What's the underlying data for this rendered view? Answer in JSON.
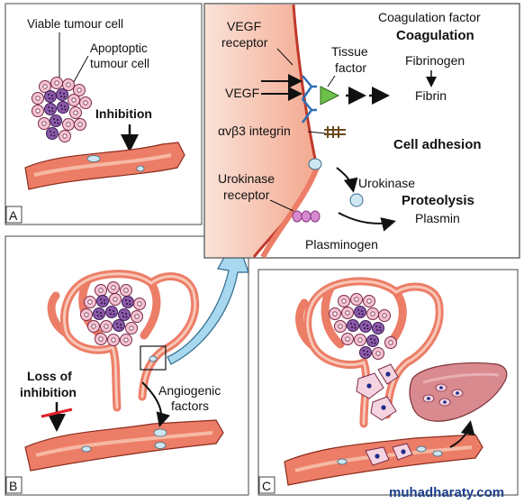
{
  "panel_a": {
    "letter": "A",
    "label_viable": "Viable tumour cell",
    "label_apoptotic_1": "Apoptoptic",
    "label_apoptotic_2": "tumour cell",
    "label_inhibition": "Inhibition"
  },
  "panel_b": {
    "letter": "B",
    "label_loss_1": "Loss of",
    "label_loss_2": "inhibition",
    "label_angio_1": "Angiogenic",
    "label_angio_2": "factors"
  },
  "panel_c": {
    "letter": "C"
  },
  "inset": {
    "vegf_receptor_1": "VEGF",
    "vegf_receptor_2": "receptor",
    "vegf": "VEGF",
    "tissue_factor_1": "Tissue",
    "tissue_factor_2": "factor",
    "coag_factor": "Coagulation factor",
    "coagulation": "Coagulation",
    "fibrinogen": "Fibrinogen",
    "fibrin": "Fibrin",
    "integrin": "αvβ3 integrin",
    "cell_adhesion": "Cell adhesion",
    "uk_receptor_1": "Urokinase",
    "uk_receptor_2": "receptor",
    "urokinase": "Urokinase",
    "proteolysis": "Proteolysis",
    "plasmin": "Plasmin",
    "plasminogen": "Plasminogen"
  },
  "watermark": "muhadharaty.com",
  "colors": {
    "vessel": "#e8735e",
    "vessel_light": "#f6b8a3",
    "cell_pink": "#f0b4c8",
    "cell_purple": "#8a5aa6",
    "receptor_blue": "#2d6fb5",
    "tissue_green": "#6cc04a",
    "arrow_blue": "#a8d8f0",
    "liver": "#d98a8f"
  }
}
